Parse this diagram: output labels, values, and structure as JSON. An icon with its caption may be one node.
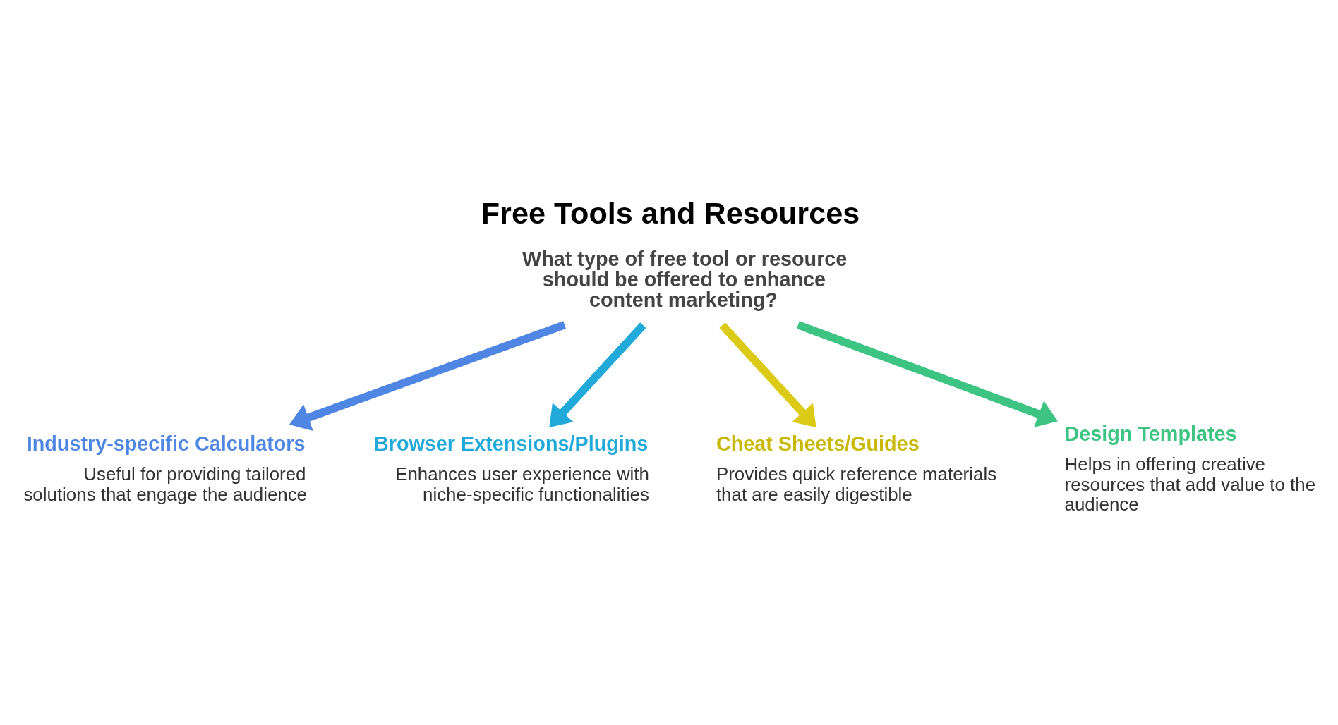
{
  "diagram": {
    "title": "Free Tools and Resources",
    "nodes": [
      {
        "text": [
          "What type of free tool or resource should be offered to enhance content marketing?"
        ]
      },
      {
        "text": [
          "Industry-specific Calculators",
          "Useful for providing tailored solutions that engage the audience"
        ]
      },
      {
        "text": [
          "Browser Extensions/Plugins",
          "Enhances user experience with niche-specific functionalities"
        ]
      },
      {
        "text": [
          "Cheat Sheets/Guides",
          "Provides quick reference materials that are easily digestible"
        ]
      },
      {
        "text": [
          "Design Templates",
          "Helps in offering creative resources that add value to the audience"
        ]
      }
    ],
    "edges": [
      {
        "from": 0,
        "to": 1,
        "arrow": "to",
        "color": "#4f86e3"
      },
      {
        "from": 0,
        "to": 2,
        "arrow": "to",
        "color": "#21aad9"
      },
      {
        "from": 0,
        "to": 3,
        "arrow": "to",
        "color": "#dccb16"
      },
      {
        "from": 0,
        "to": 4,
        "arrow": "to",
        "color": "#3dc483"
      }
    ]
  }
}
